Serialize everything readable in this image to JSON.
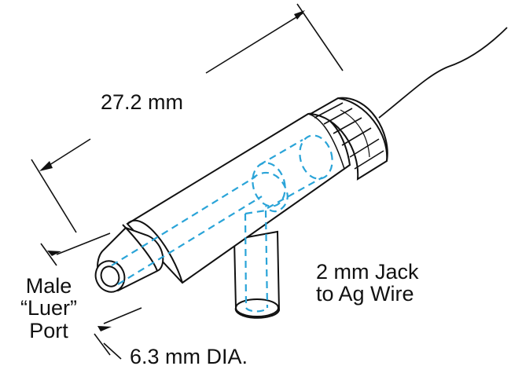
{
  "labels": {
    "length_dimension": "27.2 mm",
    "port_line1": "Male",
    "port_line2": "“Luer”",
    "port_line3": "Port",
    "jack_line1": "2 mm Jack",
    "jack_line2": "to Ag Wire",
    "diameter_dimension": "6.3 mm DIA."
  },
  "colors": {
    "outline": "#111111",
    "hidden_lines": "#2aa4d8",
    "background": "#ffffff"
  }
}
